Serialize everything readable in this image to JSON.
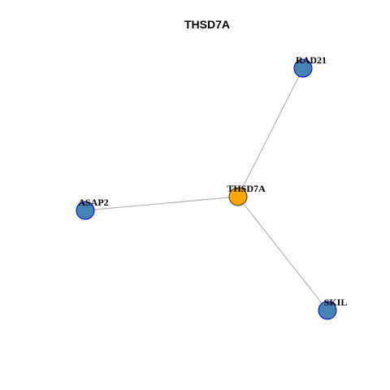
{
  "title": "THSD7A",
  "colors": {
    "hub_fill": "#ffa500",
    "hub_stroke": "#333333",
    "neighbor_fill": "#4682b4",
    "neighbor_stroke": "#0000cd",
    "edge": "#a8a8a8"
  },
  "nodes": [
    {
      "id": "THSD7A",
      "label": "THSD7A",
      "role": "hub"
    },
    {
      "id": "RAD21",
      "label": "RAD21",
      "role": "neighbor"
    },
    {
      "id": "ASAP2",
      "label": "ASAP2",
      "role": "neighbor"
    },
    {
      "id": "SKIL",
      "label": "SKIL",
      "role": "neighbor"
    }
  ],
  "edges": [
    {
      "source": "THSD7A",
      "target": "RAD21"
    },
    {
      "source": "THSD7A",
      "target": "ASAP2"
    },
    {
      "source": "THSD7A",
      "target": "SKIL"
    }
  ]
}
